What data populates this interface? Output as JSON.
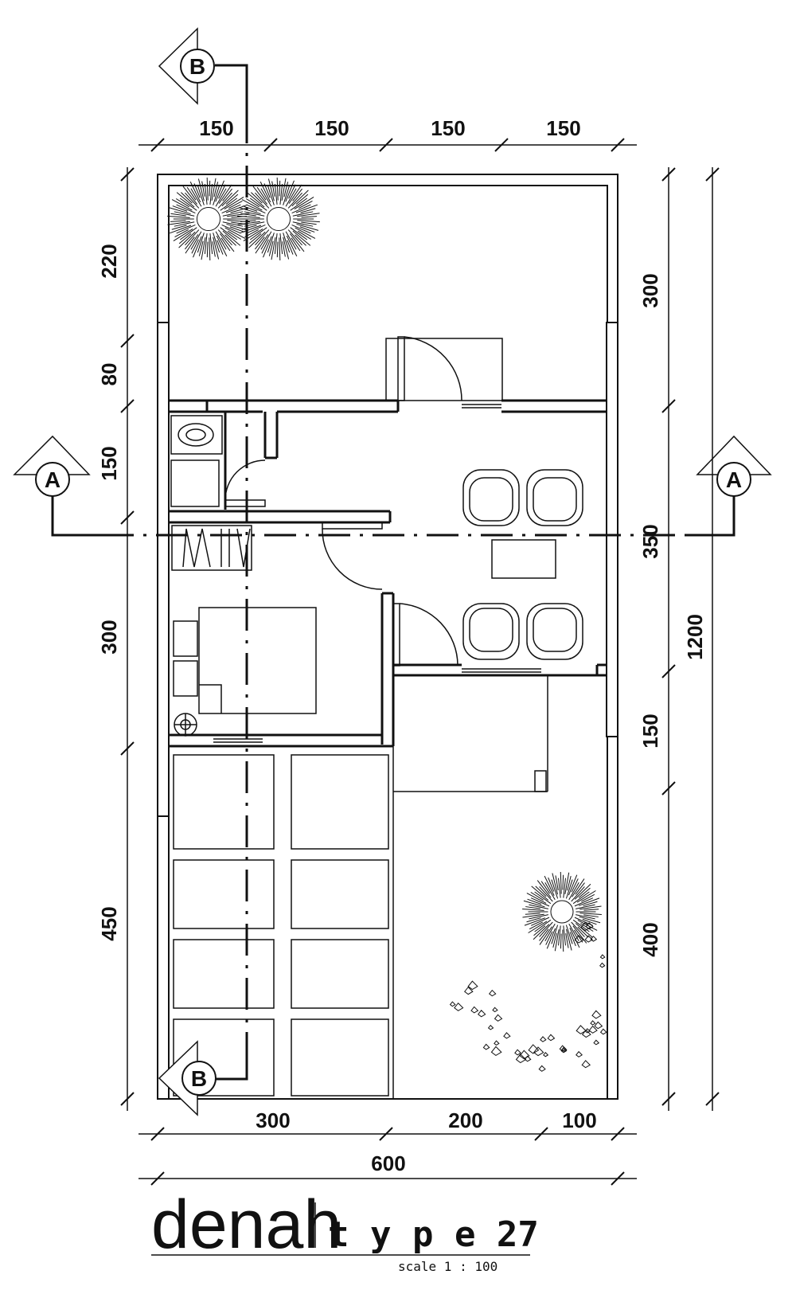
{
  "dimensions": {
    "top": [
      "150",
      "150",
      "150",
      "150"
    ],
    "left": [
      "220",
      "80",
      "150",
      "300",
      "450"
    ],
    "right": [
      "300",
      "350",
      "150",
      "400"
    ],
    "right_total": "1200",
    "bottom": [
      "300",
      "200",
      "100"
    ],
    "bottom_total": "600"
  },
  "section_markers": {
    "a_left": "A",
    "a_right": "A",
    "b_top": "B",
    "b_bottom": "B"
  },
  "title": {
    "main": "denah",
    "type": "t y p e 27",
    "scale": "scale 1 : 100"
  }
}
